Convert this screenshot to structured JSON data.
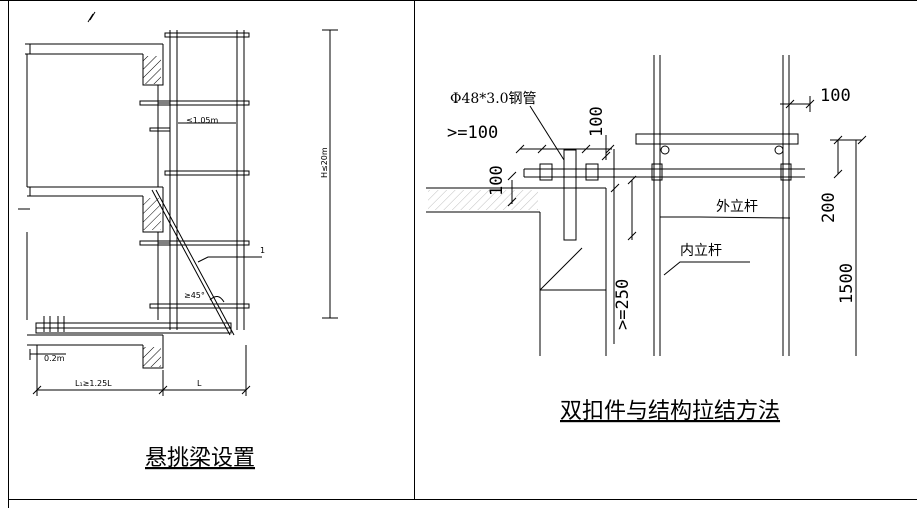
{
  "left_panel": {
    "caption": "悬挑梁设置",
    "labels": {
      "spacing": "≤1.05m",
      "height": "H≤20m",
      "leader_no": "1",
      "angle": "≥45°",
      "cantilever": "0.2m",
      "anchor_len": "L₁≥1.25L",
      "overhang": "L"
    }
  },
  "right_panel": {
    "caption": "双扣件与结构拉结方法",
    "labels": {
      "pipe_spec": "Φ48*3.0钢管",
      "d_ge100": ">=100",
      "d_100_top": "100",
      "d_100_left": "100",
      "d_100_right": "100",
      "d_200": "200",
      "d_ge250": ">=250",
      "d_1500": "1500",
      "outer_pole": "外立杆",
      "inner_pole": "内立杆"
    }
  }
}
